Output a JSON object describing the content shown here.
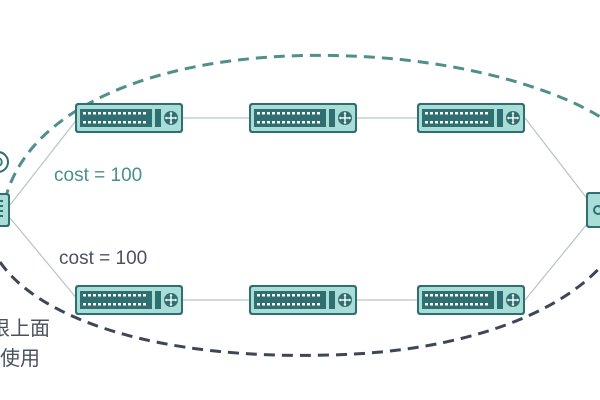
{
  "colors": {
    "top_path": "#4f8f8c",
    "bottom_path": "#3f4656",
    "top_label": "#4a8f8c",
    "bottom_label": "#4a5260",
    "switch_body": "#2f6f72",
    "switch_face": "#a9ddd7",
    "link_line": "#b8c4c4"
  },
  "labels": {
    "top_cost": "cost = 100",
    "bottom_cost": "cost = 100",
    "side_line1": "限上面",
    "side_line2": "使用"
  },
  "icons": {
    "switch": "network-switch-icon",
    "left_router": "router-icon",
    "right_router": "router-icon"
  },
  "diagram": {
    "top_row_switches": 3,
    "bottom_row_switches": 3
  }
}
